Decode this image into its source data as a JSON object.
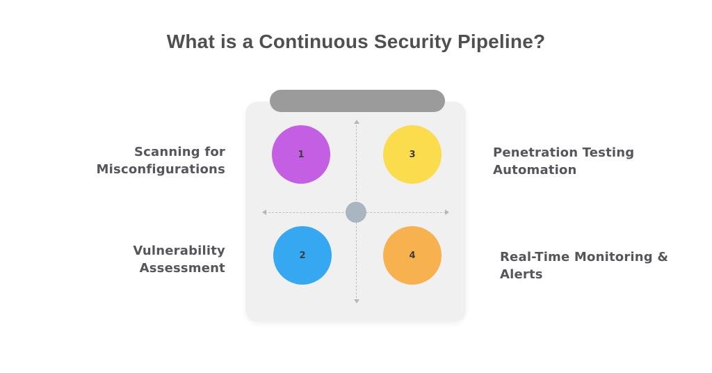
{
  "title": "What is a Continuous Security Pipeline?",
  "colors": {
    "title_text": "#4f4f4f",
    "label_text": "#54565c",
    "card_bg": "#f0f0f1",
    "clip_bar": "#9b9b9b",
    "hub": "#a9b5bf",
    "axis": "#bcc0c4",
    "step_number_text": "#3d3d3d"
  },
  "steps": [
    {
      "number": "1",
      "color": "#c45fe3",
      "label": "Scanning for\nMisconfigurations",
      "position": "top-left"
    },
    {
      "number": "2",
      "color": "#36a8f1",
      "label": "Vulnerability\nAssessment",
      "position": "bottom-left"
    },
    {
      "number": "3",
      "color": "#fbdc4d",
      "label": "Penetration Testing\nAutomation",
      "position": "top-right"
    },
    {
      "number": "4",
      "color": "#f7b14f",
      "label": "Real-Time Monitoring &\nAlerts",
      "position": "bottom-right"
    }
  ]
}
